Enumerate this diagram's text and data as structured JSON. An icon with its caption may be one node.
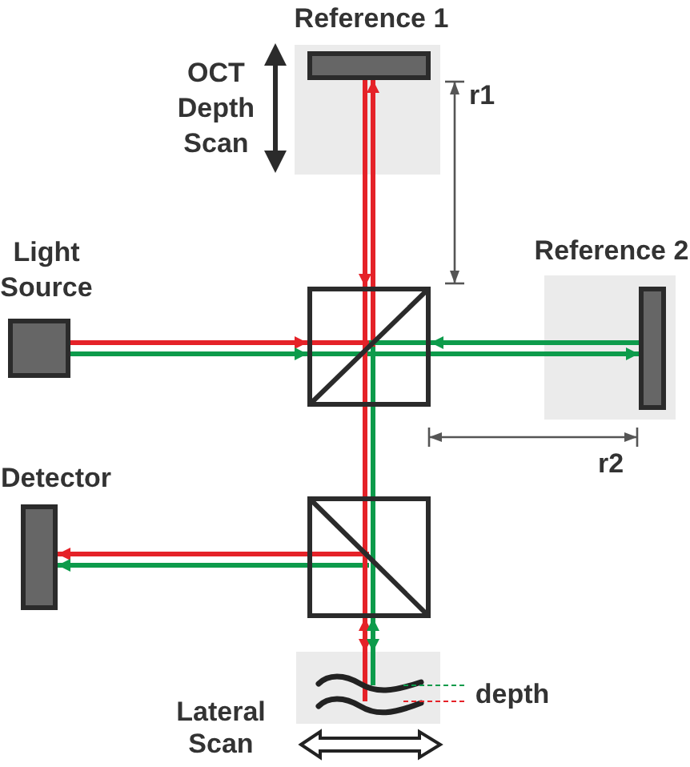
{
  "diagram": {
    "nodes": [
      {
        "text": [
          "Reference 1"
        ]
      },
      {
        "text": [
          "Light Source"
        ]
      },
      {
        "text": [],
        "shape": "box"
      },
      {
        "text": [
          "Reference 2"
        ]
      },
      {
        "text": [
          "Detector"
        ]
      },
      {
        "text": [],
        "shape": "box"
      },
      {
        "text": [],
        "shape": "picture"
      }
    ],
    "edges": [
      {
        "from": 1,
        "to": 2,
        "arrow": "to",
        "color": "#e52228"
      },
      {
        "from": 1,
        "to": 2,
        "arrow": "to",
        "color": "#0d9b4b"
      },
      {
        "from": 2,
        "to": 0,
        "arrow": "to",
        "color": "#e52228"
      },
      {
        "from": 0,
        "to": 2,
        "arrow": "to",
        "color": "#e52228"
      },
      {
        "from": 3,
        "to": 2,
        "arrow": "to",
        "color": "#0d9b4b"
      },
      {
        "from": 2,
        "to": 3,
        "arrow": "to",
        "color": "#0d9b4b"
      },
      {
        "from": 2,
        "to": 5,
        "arrow": "none",
        "color": "#e52228"
      },
      {
        "from": 2,
        "to": 5,
        "arrow": "none",
        "color": "#0d9b4b"
      },
      {
        "from": 5,
        "to": 4,
        "arrow": "to",
        "color": "#e52228"
      },
      {
        "from": 5,
        "to": 4,
        "arrow": "to",
        "color": "#0d9b4b"
      },
      {
        "from": 5,
        "to": 6,
        "arrow": "both",
        "color": "#e52228"
      },
      {
        "from": 5,
        "to": 6,
        "arrow": "both",
        "color": "#0d9b4b"
      }
    ],
    "labels": [
      "OCT Depth Scan",
      "r1",
      "r2",
      "depth",
      "Lateral Scan"
    ]
  }
}
